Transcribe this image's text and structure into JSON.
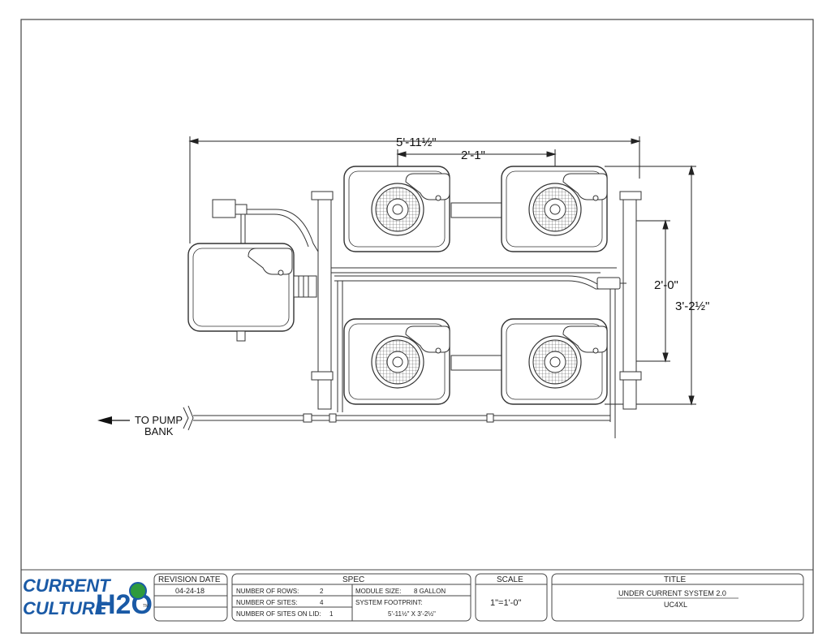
{
  "drawing": {
    "dimensions": {
      "overall_width": "5'-11½\"",
      "module_spacing": "2'-1\"",
      "row_spacing": "2'-0\"",
      "overall_depth": "3'-2½\""
    },
    "pump_label_line1": "TO PUMP",
    "pump_label_line2": "BANK"
  },
  "logo": {
    "line1": "CURRENT",
    "line2": "CULTURE",
    "mark": "H2O",
    "tm": "TM"
  },
  "revision": {
    "header": "REVISION DATE",
    "date": "04-24-18"
  },
  "spec": {
    "header": "SPEC",
    "rows_label": "NUMBER OF ROWS:",
    "rows_value": "2",
    "sites_label": "NUMBER OF SITES:",
    "sites_value": "4",
    "lid_label": "NUMBER OF SITES ON LID:",
    "lid_value": "1",
    "module_label": "MODULE SIZE:",
    "module_value": "8 GALLON",
    "footprint_label": "SYSTEM FOOTPRINT:",
    "footprint_value": "5'-11½\" X 3'-2½\""
  },
  "scale": {
    "header": "SCALE",
    "value": "1\"=1'-0\""
  },
  "title": {
    "header": "TITLE",
    "name": "UNDER CURRENT SYSTEM 2.0",
    "code": "UC4XL"
  },
  "colors": {
    "line": "#333333",
    "logo_blue": "#1a5aa6",
    "logo_green": "#2e9a3e"
  }
}
